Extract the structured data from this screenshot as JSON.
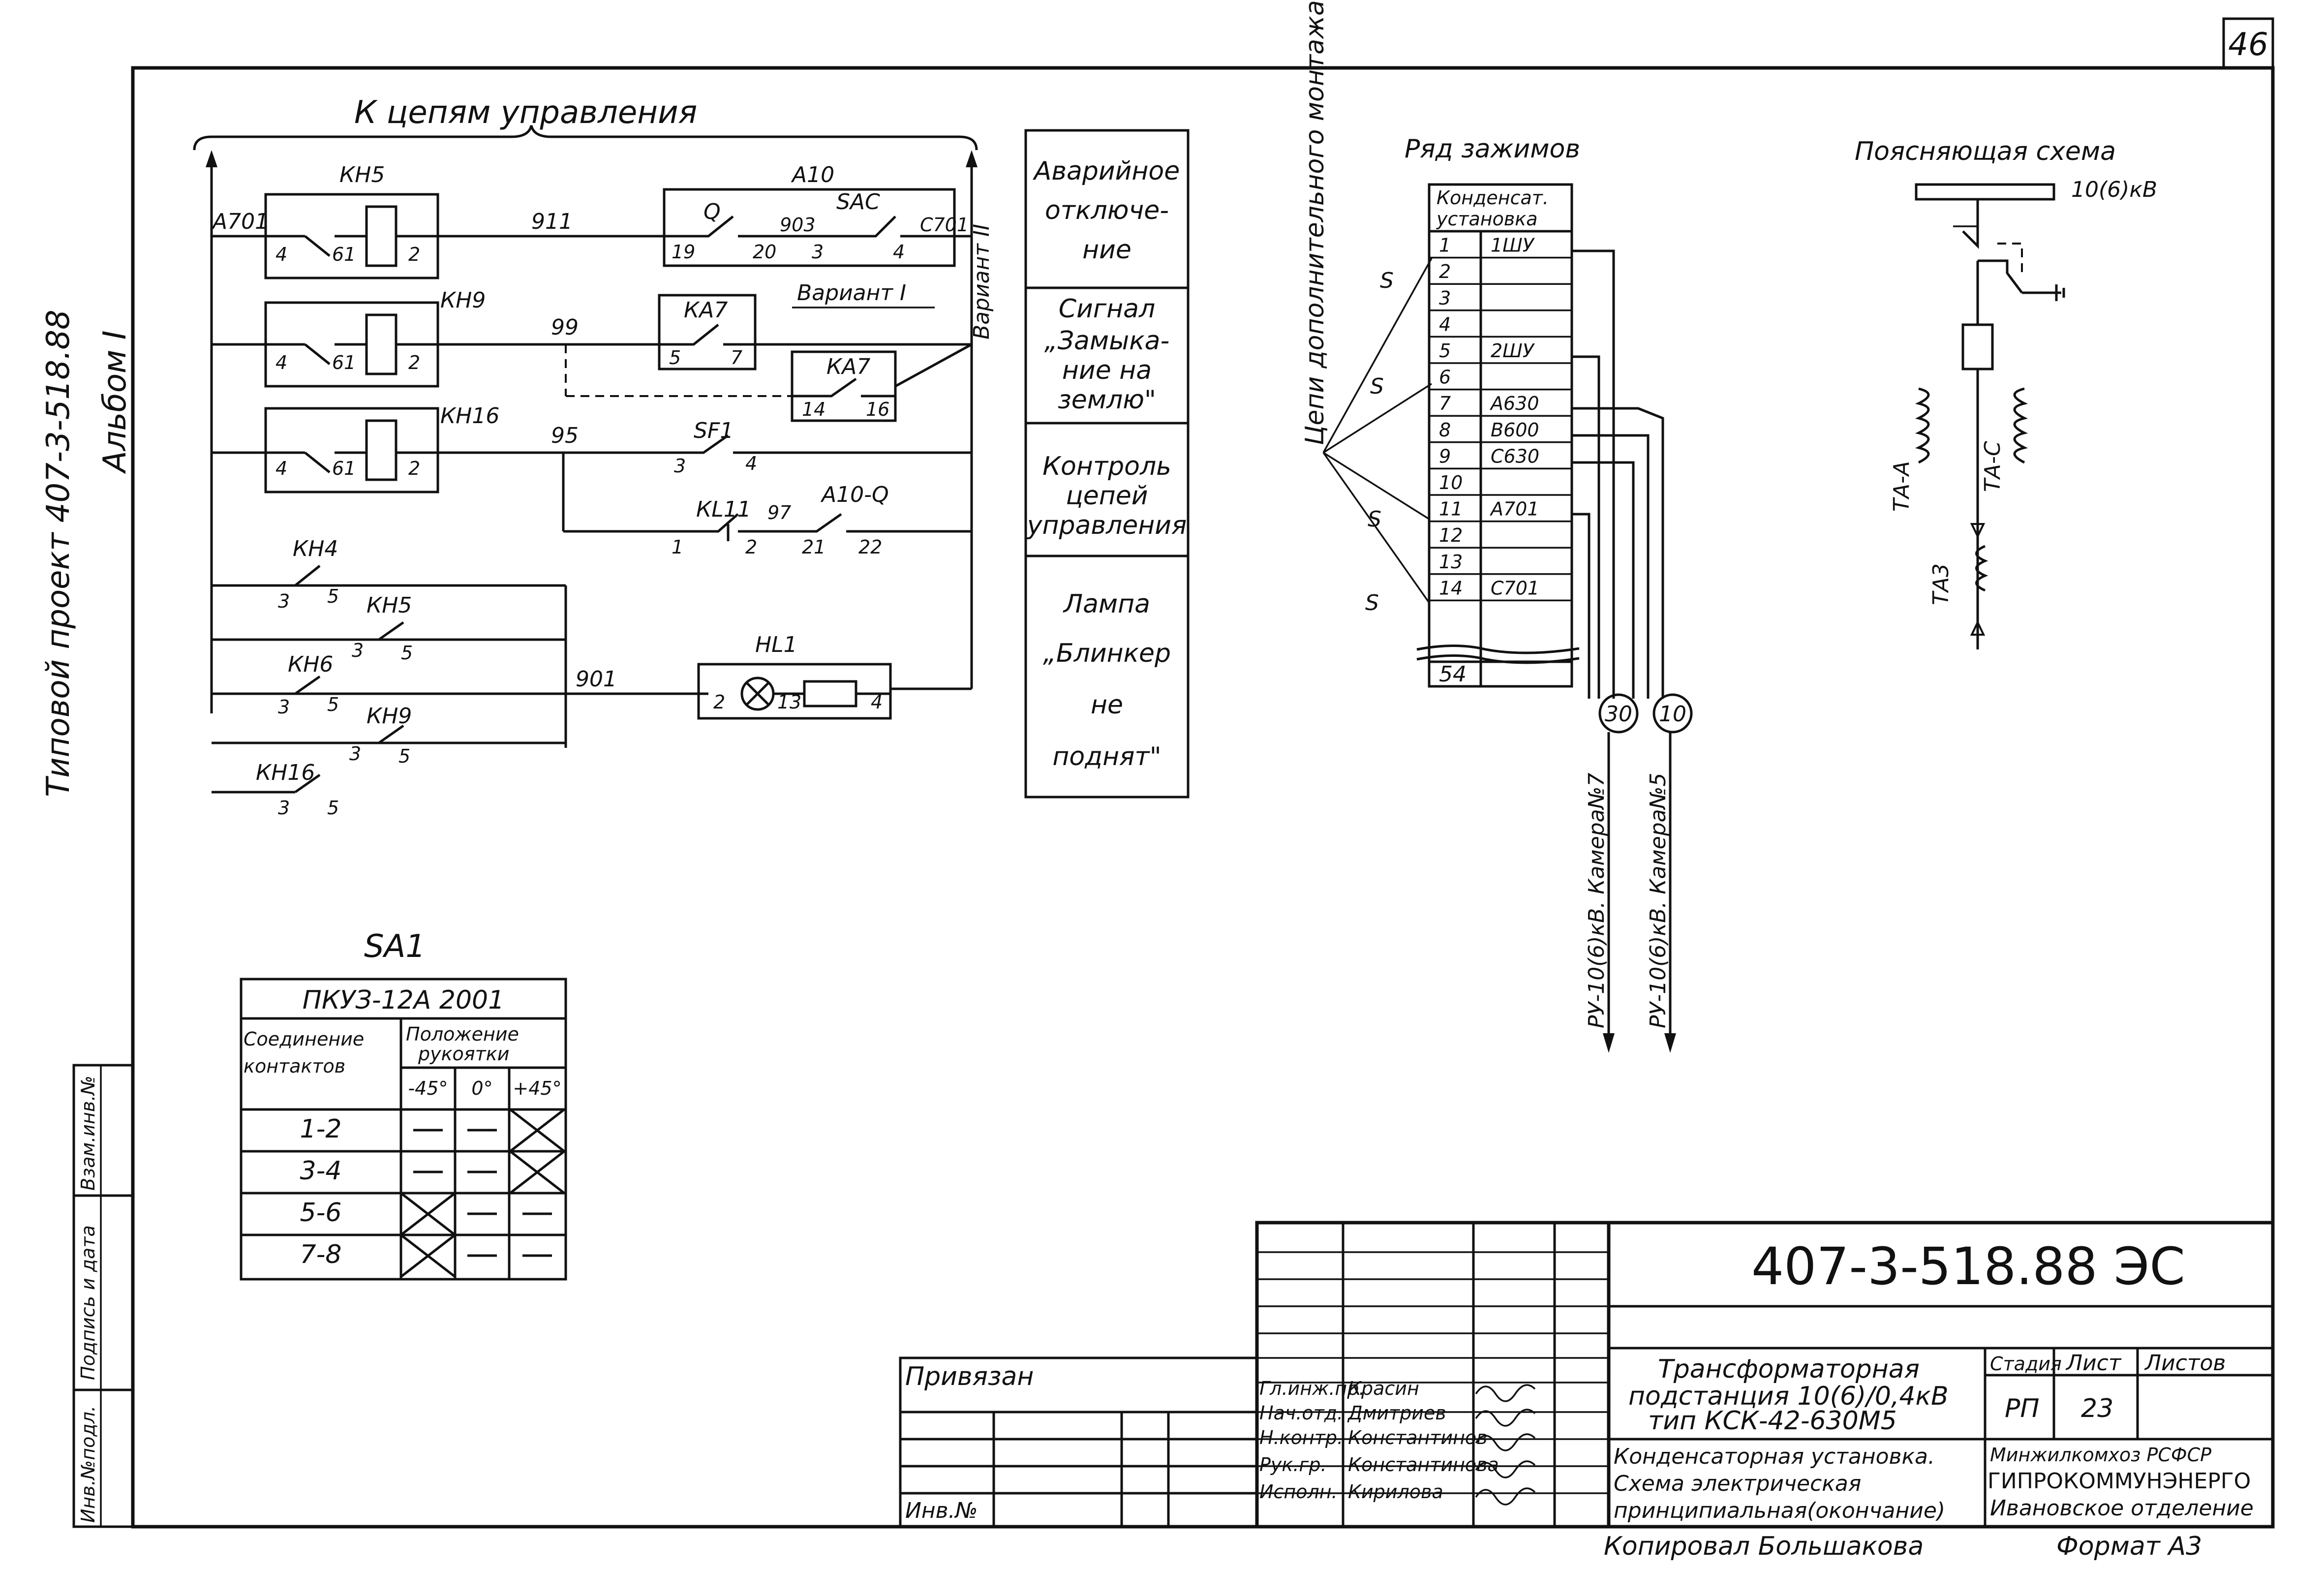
{
  "sheet": {
    "page_number": "46",
    "side_title_line1": "Типовой проект 407-3-518.88",
    "side_title_line2": "Альбом I",
    "left_strip": [
      "Инв.№подл.",
      "Подпись и дата",
      "Взам.инв.№"
    ]
  },
  "control": {
    "header": "К цепям управления",
    "relays": [
      "КН5",
      "КН9",
      "КН16"
    ],
    "contact_labels": [
      "4",
      "61",
      "2"
    ],
    "wire_labels": {
      "a701": "А701",
      "w911": "911",
      "w903": "903",
      "c701": "С701",
      "w99": "99",
      "w95": "95",
      "w97": "97",
      "w901": "901"
    },
    "a10": {
      "title": "А10",
      "q": "Q",
      "sac": "SAC",
      "pins": [
        "19",
        "20",
        "3",
        "4"
      ]
    },
    "ka7_1": {
      "name": "КА7",
      "pins": [
        "5",
        "7"
      ],
      "variant": "Вариант I"
    },
    "ka7_2": {
      "name": "КА7",
      "pins": [
        "14",
        "16"
      ]
    },
    "variant2": "Вариант II",
    "sf1": {
      "name": "SF1",
      "pins": [
        "3",
        "4"
      ]
    },
    "kl11": {
      "name": "КL11",
      "pins": [
        "1",
        "2"
      ]
    },
    "a10q": {
      "name": "А10-Q",
      "pins": [
        "21",
        "22"
      ]
    },
    "blinkers": [
      {
        "name": "КН4",
        "pins": [
          "3",
          "5"
        ]
      },
      {
        "name": "КН5",
        "pins": [
          "3",
          "5"
        ]
      },
      {
        "name": "КН6",
        "pins": [
          "3",
          "5"
        ]
      },
      {
        "name": "КН9",
        "pins": [
          "3",
          "5"
        ]
      },
      {
        "name": "КН16",
        "pins": [
          "3",
          "5"
        ]
      }
    ],
    "hl1": {
      "name": "HL1",
      "pins": [
        "2",
        "1",
        "3",
        "4"
      ]
    }
  },
  "function_column": [
    [
      "Аварийное",
      "отключе-",
      "ние"
    ],
    [
      "Сигнал",
      "„Замыка-",
      "ние на",
      "землю\""
    ],
    [
      "Контроль",
      "цепей",
      "управления"
    ],
    [
      "Лампа",
      "„Блинкер",
      "не",
      "поднят\""
    ]
  ],
  "terminal_block": {
    "title": "Ряд зажимов",
    "side_label": "Цепи дополнительного монтажа",
    "header": [
      "Конденсат.",
      "установка"
    ],
    "s_label": "S",
    "rows": [
      {
        "n": "1",
        "v": "1ШУ"
      },
      {
        "n": "2",
        "v": ""
      },
      {
        "n": "3",
        "v": ""
      },
      {
        "n": "4",
        "v": ""
      },
      {
        "n": "5",
        "v": "2ШУ"
      },
      {
        "n": "6",
        "v": ""
      },
      {
        "n": "7",
        "v": "А630"
      },
      {
        "n": "8",
        "v": "В600"
      },
      {
        "n": "9",
        "v": "С630"
      },
      {
        "n": "10",
        "v": ""
      },
      {
        "n": "11",
        "v": "А701"
      },
      {
        "n": "12",
        "v": ""
      },
      {
        "n": "13",
        "v": ""
      },
      {
        "n": "14",
        "v": "С701"
      }
    ],
    "last_row": "54",
    "cable_30": "30",
    "cable_10": "10",
    "dest_30": "РУ-10(6)кВ. Камера№7",
    "dest_10": "РУ-10(6)кВ. Камера№5"
  },
  "explanatory": {
    "title": "Поясняющая схема",
    "voltage": "10(6)кВ",
    "ta_a": "ТА-А",
    "ta_c": "ТА-С",
    "ta3": "ТА3"
  },
  "sa1": {
    "title": "SA1",
    "model": "ПКУЗ-12А 2001",
    "col_connection": [
      "Соединение",
      "контактов"
    ],
    "col_position": [
      "Положение",
      "рукоятки"
    ],
    "positions": [
      "-45°",
      "0°",
      "+45°"
    ],
    "rows": [
      {
        "c": "1-2",
        "m": [
          "—",
          "—",
          "X"
        ]
      },
      {
        "c": "3-4",
        "m": [
          "—",
          "—",
          "X"
        ]
      },
      {
        "c": "5-6",
        "m": [
          "X",
          "—",
          "—"
        ]
      },
      {
        "c": "7-8",
        "m": [
          "X",
          "—",
          "—"
        ]
      }
    ]
  },
  "title_block": {
    "doc_code": "407-3-518.88  ЭС",
    "privyazan": "Привязан",
    "inv": "Инв.№",
    "roles": [
      "Гл.инж.пр.",
      "Нач.отд.",
      "Н.контр.",
      "Рук.гр.",
      "Исполн."
    ],
    "names": [
      "Красин",
      "Дмитриев",
      "Константинов",
      "Константинова",
      "Кирилова"
    ],
    "project_title": [
      "Трансформаторная",
      "подстанция 10(6)/0,4кВ",
      "тип КСК-42-630М5"
    ],
    "sheet_title": [
      "Конденсаторная установка.",
      "Схема электрическая",
      "принципиальная(окончание)"
    ],
    "stage_h": "Стадия",
    "sheet_h": "Лист",
    "sheets_h": "Листов",
    "stage": "РП",
    "sheet_no": "23",
    "org": [
      "Минжилкомхоз РСФСР",
      "ГИПРОКОММУНЭНЕРГО",
      "Ивановское отделение"
    ],
    "copied": "Копировал  Большакова",
    "format": "Формат А3"
  }
}
